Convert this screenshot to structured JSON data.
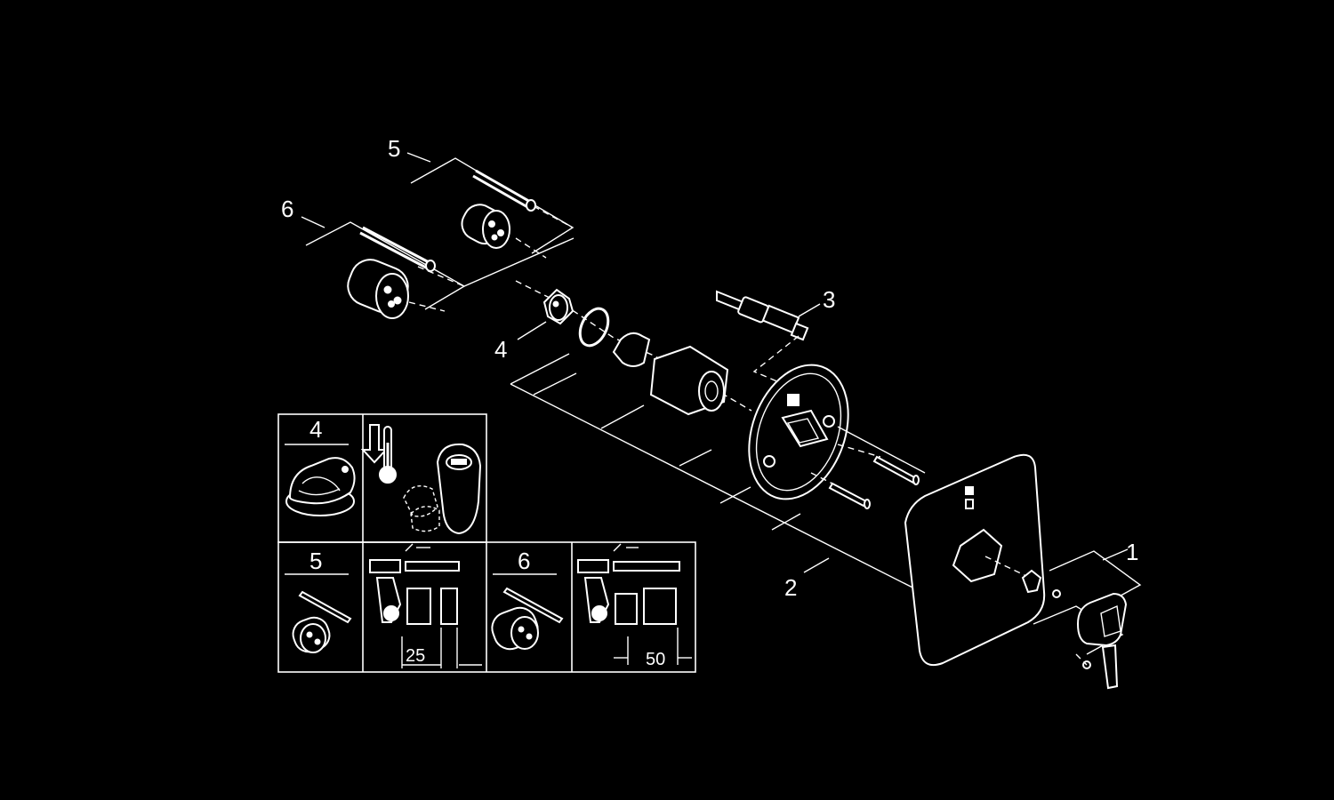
{
  "diagram": {
    "background": "#000000",
    "line_color": "#ffffff",
    "callouts": [
      {
        "id": "1",
        "label": "1"
      },
      {
        "id": "2",
        "label": "2"
      },
      {
        "id": "3",
        "label": "3"
      },
      {
        "id": "4",
        "label": "4"
      },
      {
        "id": "5",
        "label": "5"
      },
      {
        "id": "6",
        "label": "6"
      }
    ],
    "inset": {
      "panel_4_label": "4",
      "panel_5_label": "5",
      "panel_6_label": "6",
      "dim_25": "25",
      "dim_50": "50",
      "thermometer_icon": "thermometer-icon",
      "arrow_icon": "arrow-down-icon"
    }
  }
}
